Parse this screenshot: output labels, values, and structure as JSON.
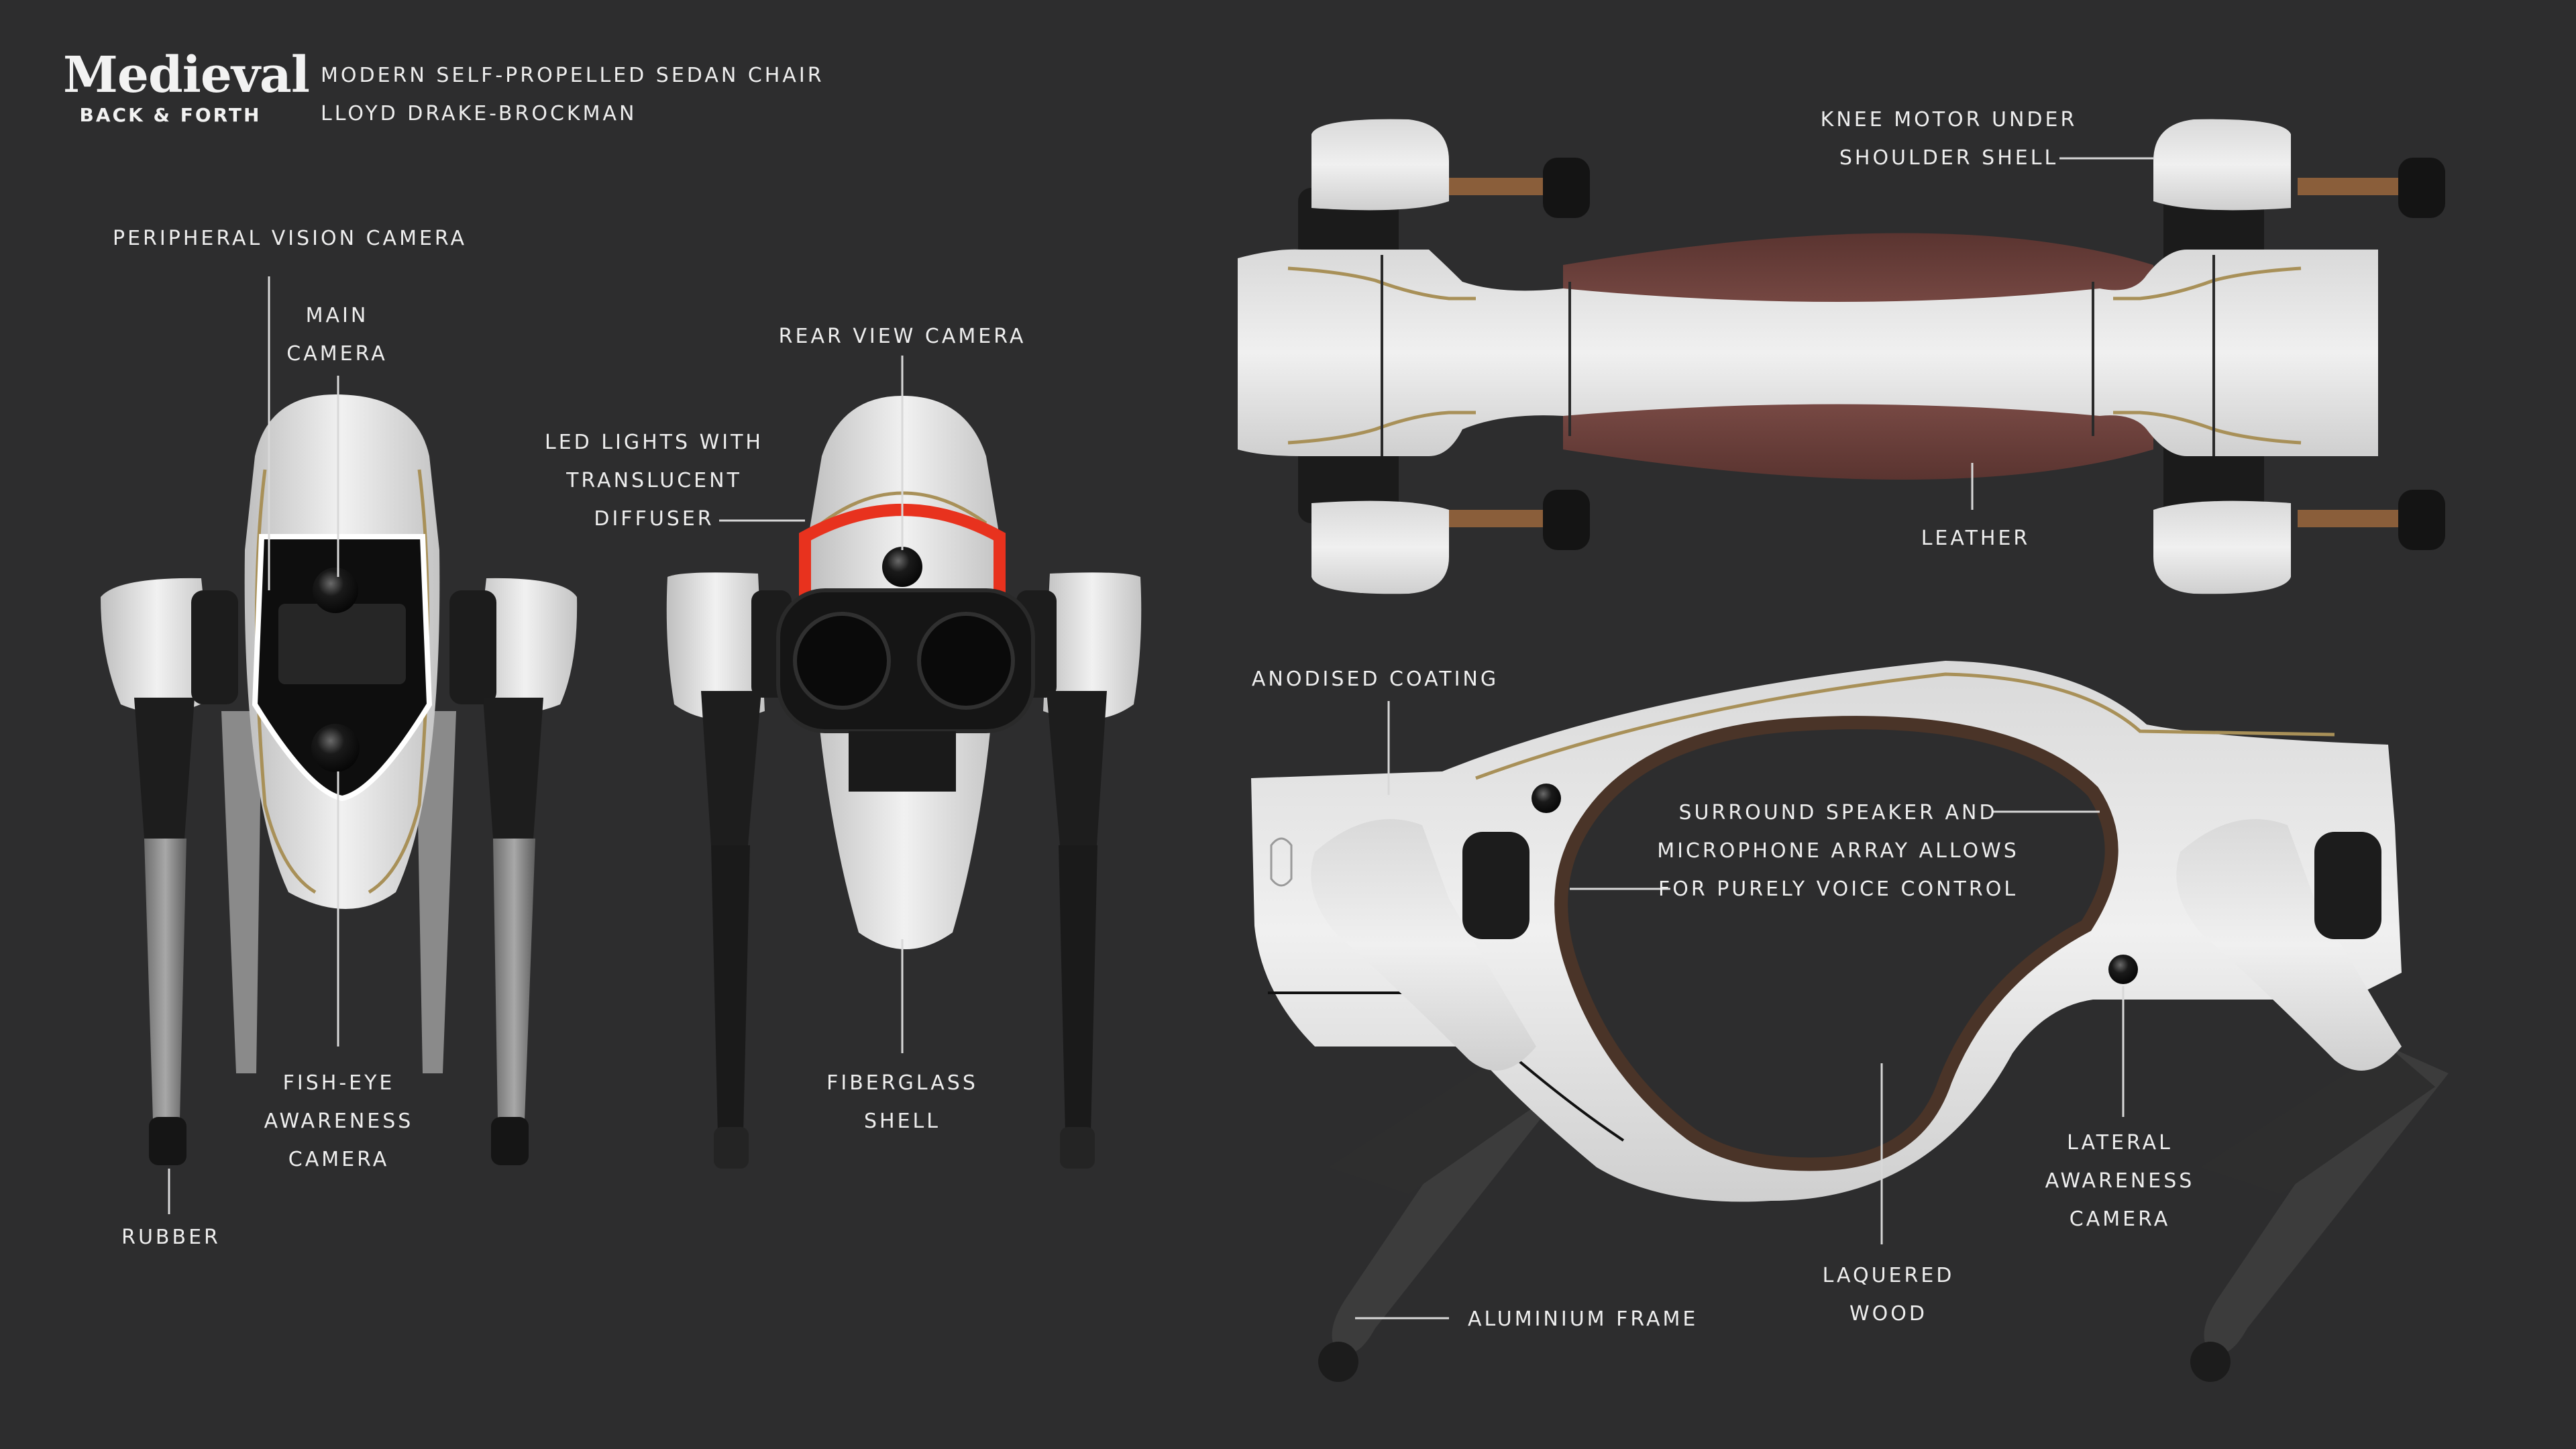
{
  "logo": {
    "word": "Medieval",
    "sub": "BACK & FORTH"
  },
  "credits": {
    "title": "MODERN SELF-PROPELLED SEDAN CHAIR",
    "author": "LLOYD DRAKE-BROCKMAN"
  },
  "colors": {
    "background": "#2d2d2e",
    "text": "#eeeeee",
    "shell": "#e8e8e8",
    "joint": "#1c1c1c",
    "gold_stripe": "#a89058",
    "led": "#e8321e",
    "leather": "#7a4a45",
    "wood": "#4a3428",
    "leader": "#d8d8d8"
  },
  "callouts": {
    "peripheral_camera": [
      "PERIPHERAL VISION CAMERA"
    ],
    "main_camera": [
      "MAIN",
      "CAMERA"
    ],
    "fisheye_camera": [
      "FISH-EYE",
      "AWARENESS",
      "CAMERA"
    ],
    "rubber": [
      "RUBBER"
    ],
    "rear_camera": [
      "REAR VIEW CAMERA"
    ],
    "led_lights": [
      "LED LIGHTS WITH",
      "TRANSLUCENT",
      "DIFFUSER"
    ],
    "fiberglass_shell": [
      "FIBERGLASS",
      "SHELL"
    ],
    "knee_motor": [
      "KNEE MOTOR UNDER",
      "SHOULDER SHELL"
    ],
    "leather": [
      "LEATHER"
    ],
    "anodised_coating": [
      "ANODISED COATING"
    ],
    "speaker_array": [
      "SURROUND SPEAKER AND",
      "MICROPHONE ARRAY ALLOWS",
      "FOR PURELY VOICE CONTROL"
    ],
    "lateral_camera": [
      "LATERAL",
      "AWARENESS",
      "CAMERA"
    ],
    "laquered_wood": [
      "LAQUERED",
      "WOOD"
    ],
    "aluminium_frame": [
      "ALUMINIUM FRAME"
    ]
  }
}
